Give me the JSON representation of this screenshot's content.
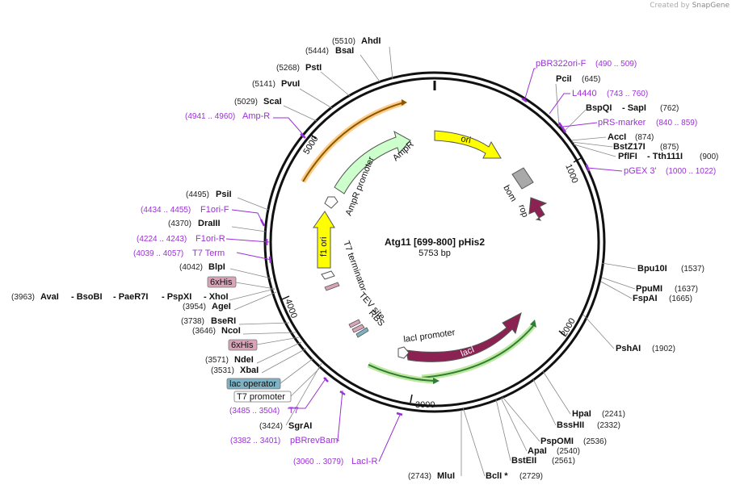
{
  "watermark": {
    "prefix": "Created by",
    "brand": "SnapGene"
  },
  "plasmid": {
    "name": "Atg11 [699-800] pHis2",
    "length_label": "5753 bp"
  },
  "ticks": [
    "1000",
    "2000",
    "3000",
    "4000",
    "5000"
  ],
  "sites_right": [
    {
      "name": "PciI",
      "pos": "(645)"
    },
    {
      "name": "BspQI",
      "sep": "- SapI",
      "pos": "(762)"
    },
    {
      "name": "AccI",
      "pos": "(874)"
    },
    {
      "name": "BstZ17I",
      "pos": "(875)"
    },
    {
      "name": "PflFI",
      "sep": "- Tth111I",
      "pos": "(900)"
    },
    {
      "name": "Bpu10I",
      "pos": "(1537)"
    },
    {
      "name": "PpuMI",
      "pos": "(1637)"
    },
    {
      "name": "FspAI",
      "pos": "(1665)"
    },
    {
      "name": "PshAI",
      "pos": "(1902)"
    },
    {
      "name": "HpaI",
      "pos": "(2241)"
    },
    {
      "name": "BssHII",
      "pos": "(2332)"
    },
    {
      "name": "PspOMI",
      "pos": "(2536)"
    },
    {
      "name": "ApaI",
      "pos": "(2540)"
    },
    {
      "name": "BstEII",
      "pos": "(2561)"
    },
    {
      "name": "BclI *",
      "pos": "(2729)"
    }
  ],
  "sites_left": [
    {
      "name": "AhdI",
      "pos": "(5510)"
    },
    {
      "name": "BsaI",
      "pos": "(5444)"
    },
    {
      "name": "PstI",
      "pos": "(5268)"
    },
    {
      "name": "PvuI",
      "pos": "(5141)"
    },
    {
      "name": "ScaI",
      "pos": "(5029)"
    },
    {
      "name": "PsiI",
      "pos": "(4495)"
    },
    {
      "name": "DraIII",
      "pos": "(4370)"
    },
    {
      "name": "BlpI",
      "pos": "(4042)"
    },
    {
      "name": "AgeI",
      "pos": "(3954)"
    },
    {
      "name": "BseRI",
      "pos": "(3738)"
    },
    {
      "name": "NcoI",
      "pos": "(3646)"
    },
    {
      "name": "NdeI",
      "pos": "(3571)"
    },
    {
      "name": "XbaI",
      "pos": "(3531)"
    },
    {
      "name": "SgrAI",
      "pos": "(3424)"
    },
    {
      "name": "MluI",
      "pos": "(2743)"
    }
  ],
  "multi_site": {
    "pos": "(3963)",
    "names": [
      "AvaI",
      "- BsoBI",
      "- PaeR7I",
      "- PspXI",
      "- XhoI"
    ]
  },
  "primers": [
    {
      "name": "pBR322ori-F",
      "range": "(490 .. 509)"
    },
    {
      "name": "L4440",
      "range": "(743 .. 760)"
    },
    {
      "name": "pRS-marker",
      "range": "(840 .. 859)"
    },
    {
      "name": "pGEX 3'",
      "range": "(1000 .. 1022)"
    },
    {
      "name": "LacI-R",
      "range": "(3060 .. 3079)"
    },
    {
      "name": "pBRrevBam",
      "range": "(3382 .. 3401)"
    },
    {
      "name": "T7",
      "range": "(3485 .. 3504)"
    },
    {
      "name": "T7 Term",
      "range": "(4039 .. 4057)"
    },
    {
      "name": "F1ori-R",
      "range": "(4224 .. 4243)"
    },
    {
      "name": "F1ori-F",
      "range": "(4434 .. 4455)"
    },
    {
      "name": "Amp-R",
      "range": "(4941 .. 4960)"
    }
  ],
  "tags": {
    "his_a": "6xHis",
    "his_b": "6xHis",
    "lac_operator": "lac operator",
    "t7_promoter": "T7 promoter"
  },
  "features": {
    "ori": "ori",
    "bom": "bom",
    "rop": "rop",
    "laci": "lacI",
    "laci_promoter": "lacI promoter",
    "tev": "TEV site",
    "rbs": "RBS",
    "t7_terminator": "T7 terminator",
    "f1_ori": "f1 ori",
    "ampr_promoter": "AmpR promoter",
    "ampr": "AmpR"
  },
  "colors": {
    "ori": "#ffff00",
    "bom": "#a9a9a9",
    "rop": "#8b2252",
    "laci": "#8b2252",
    "ampr": "#ccffcc",
    "primer": "#9b30d9",
    "his": "#d9a3b8",
    "lacop": "#7fb2c5"
  }
}
